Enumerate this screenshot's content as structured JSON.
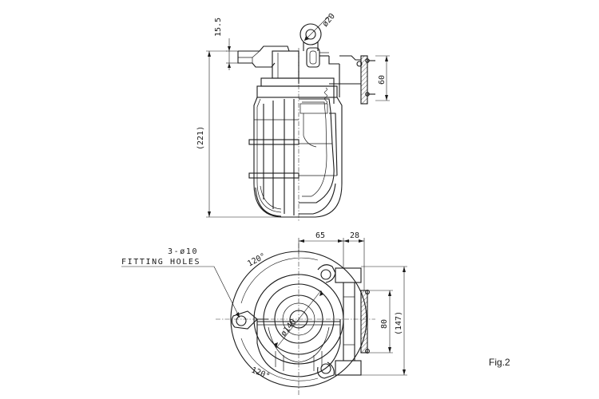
{
  "figure_label": "Fig.2",
  "side_view": {
    "dim_ring_diameter": "ø20",
    "dim_bracket_height": "15.5",
    "dim_mount_height": "60",
    "dim_overall_height": "(221)"
  },
  "top_view": {
    "dim_width_a": "65",
    "dim_width_b": "28",
    "dim_mount_height": "80",
    "dim_overall_height": "(147)",
    "dim_diameter": "ø140",
    "angle_top": "120°",
    "angle_bottom": "120°",
    "hole_label_line1": "3-ø10",
    "hole_label_line2": "FITTING HOLES"
  },
  "colors": {
    "line": "#1a1a1a",
    "background": "#ffffff"
  }
}
